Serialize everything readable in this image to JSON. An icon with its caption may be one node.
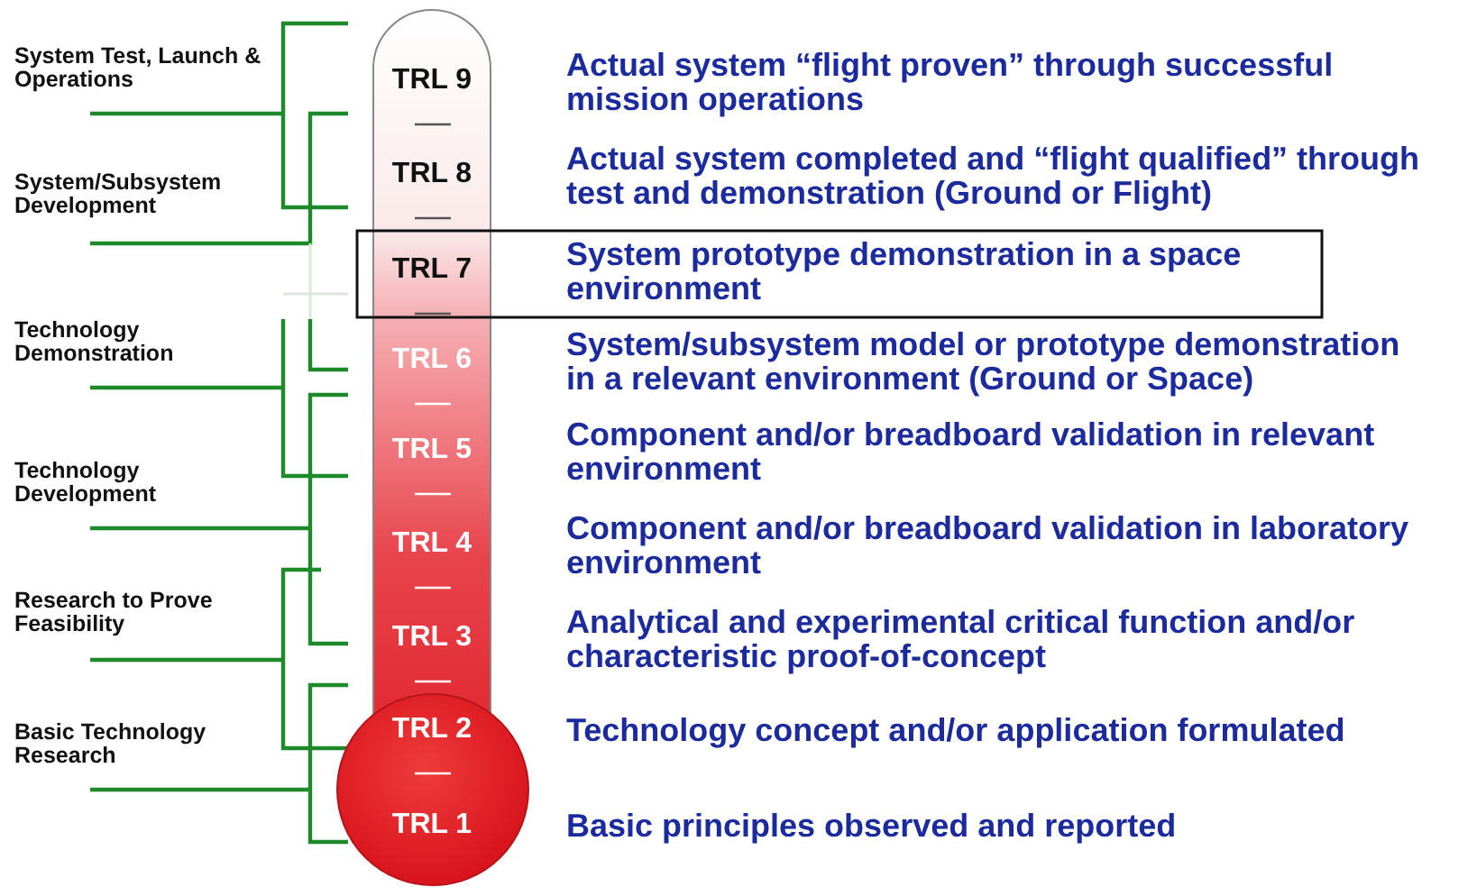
{
  "diagram": {
    "nodes": [
      {
        "text": [
          "TRL 9"
        ],
        "beside": [
          "Actual system “flight proven” through successful mission operations"
        ]
      },
      {
        "text": [
          "TRL 8"
        ],
        "beside": [
          "Actual system completed and “flight qualified” through test and demonstration (Ground or Flight)"
        ]
      },
      {
        "text": [
          "TRL 7"
        ],
        "beside": [
          "System prototype demonstration in a space environment"
        ]
      },
      {
        "text": [
          "TRL 6"
        ],
        "beside": [
          "System/subsystem model or prototype demonstration in a relevant environment (Ground or Space)"
        ]
      },
      {
        "text": [
          "TRL 5"
        ],
        "beside": [
          "Component and/or breadboard validation in relevant environment"
        ]
      },
      {
        "text": [
          "TRL 4"
        ],
        "beside": [
          "Component and/or breadboard validation in laboratory environment"
        ]
      },
      {
        "text": [
          "TRL 3"
        ],
        "beside": [
          "Analytical and experimental critical function and/or characteristic proof-of-concept"
        ]
      },
      {
        "text": [
          "TRL 2"
        ],
        "beside": [
          "Technology concept and/or application formulated"
        ]
      },
      {
        "text": [
          "TRL 1"
        ],
        "beside": [
          "Basic principles observed and reported"
        ]
      }
    ],
    "labels": [
      "System Test, Launch & Operations",
      "System/Subsystem Development",
      "Technology Demonstration",
      "Technology Development",
      "Research to Prove Feasibility",
      "Basic Technology Research"
    ]
  }
}
